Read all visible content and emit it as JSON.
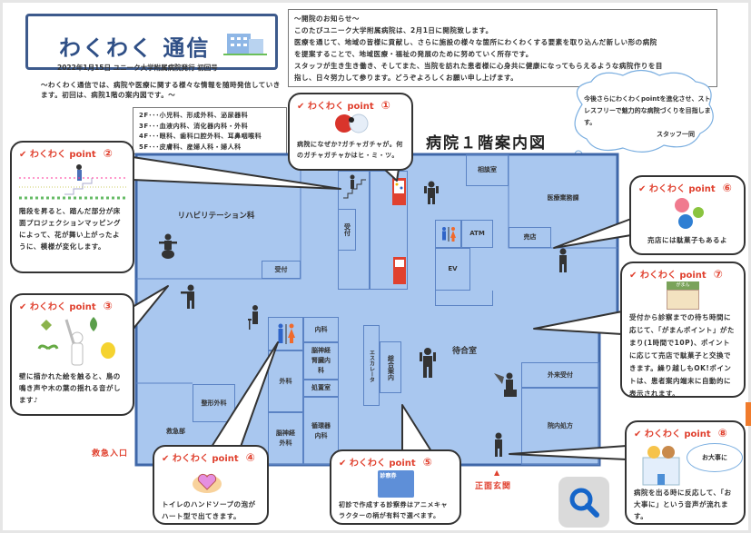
{
  "header": {
    "title": "わくわく 通信",
    "issue": "2022年1月15日 ユニーク大学附属病院発行 初回号",
    "intro": "～わくわく通信では、病院や医療に関する様々な情報を随時発信していきます。初回は、病院1階の案内図です。～"
  },
  "notice": {
    "lines": [
      "～開院のお知らせ～",
      "このたびユニーク大学附属病院は、2月1日に開院致します。",
      "医療を通じて、地域の皆様に貢献し、さらに施設の様々な箇所にわくわくする要素を取り込んだ新しい形の病院",
      "を提案することで、地域医療・福祉の発展のために努めていく所存です。",
      "スタッフが生き生き働き、そしてまた、当院を訪れた患者様に心身共に健康になってもらえるような病院作りを目",
      "指し、日々努力して参ります。どうぞよろしくお願い申し上げます。"
    ]
  },
  "floors": [
    "2F･･･小児科、形成外科、泌尿器科",
    "3F･･･血液内科、消化器内科・外科",
    "4F･･･眼科、歯科口腔外科、耳鼻咽喉科",
    "5F･･･皮膚科、産婦人科・婦人科"
  ],
  "cloud": {
    "text": "今後さらにわくわくpointを進化させ、ストレスフリーで魅力的な病院づくりを目指します。",
    "signature": "スタッフ一同"
  },
  "map": {
    "title": "病院１階案内図",
    "rooms": [
      "リハビリテーション科",
      "受付",
      "受付",
      "相談室",
      "医療業務課",
      "売店",
      "ATM",
      "EV",
      "内科",
      "脳神経腎臓内科",
      "処置室",
      "循環器内科",
      "外科",
      "脳神経外科",
      "エスカレータ",
      "総合案内",
      "整形外科",
      "救急部",
      "待合室",
      "外来受付",
      "院内処方"
    ],
    "emergency_entrance": "救急入口",
    "main_entrance": "正面玄関"
  },
  "points": [
    {
      "label": "わくわく point",
      "num": "①",
      "text": "病院になぜか?ガチャガチャが。何のガチャガチャかはヒ・ミ・ツ。"
    },
    {
      "label": "わくわく point",
      "num": "②",
      "text": "階段を昇ると、踏んだ部分が床面プロジェクションマッピングによって、花が舞い上がったように、模様が変化します。"
    },
    {
      "label": "わくわく point",
      "num": "③",
      "text": "壁に描かれた絵を触ると、鳥の鳴き声や木の葉の揺れる音がします♪"
    },
    {
      "label": "わくわく point",
      "num": "④",
      "text": "トイレのハンドソープの泡がハート型で出てきます。"
    },
    {
      "label": "わくわく point",
      "num": "⑤",
      "text": "初診で作成する診察券はアニメキャラクターの柄が有料で選べます。",
      "card": "診察券"
    },
    {
      "label": "わくわく point",
      "num": "⑥",
      "text": "売店には駄菓子もあるよ"
    },
    {
      "label": "わくわく point",
      "num": "⑦",
      "text": "受付から診察までの待ち時間に応じて、「がまんポイント」がたまり(1時間で10P)、ポイントに応じて売店で駄菓子と交換できます。繰り越しもOK!ポイントは、患者案内端末に自動的に表示されます。",
      "shop": "がまん"
    },
    {
      "label": "わくわく point",
      "num": "⑧",
      "text": "病院を出る時に反応して、「お大事に」という音声が流れます。",
      "bubble": "お大事に"
    }
  ],
  "colors": {
    "map_fill": "#a9c7ef",
    "map_border": "#3f67a8",
    "accent": "#e0412f",
    "banner": "#2f4f86"
  }
}
